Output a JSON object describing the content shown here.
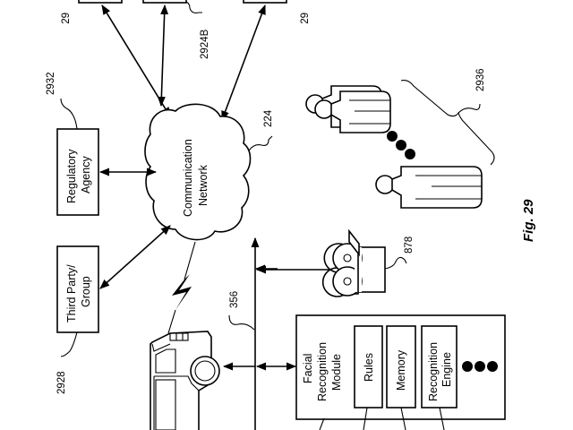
{
  "figure": {
    "label": "Fig. 29"
  },
  "nodes": {
    "communication_network": {
      "line1": "Communication",
      "line2": "Network",
      "ref": "224"
    },
    "regulatory_agency": {
      "line1": "Regulatory",
      "line2": "Agency",
      "ref": "2932"
    },
    "third_party_group": {
      "line1": "Third Party/",
      "line2": "Group",
      "ref": "2928"
    },
    "top_box_left": {
      "ref": "29"
    },
    "top_box_middle": {
      "ref": "2924B"
    },
    "top_box_right": {
      "ref": "29"
    },
    "people_group": {
      "ref": "2936"
    },
    "camera": {
      "ref": "878"
    },
    "bus": {
      "ref": "356"
    },
    "facial_recognition_module": {
      "line1": "Facial",
      "line2": "Recognition",
      "line3": "Module",
      "components": [
        {
          "line1": "Rules",
          "line2": ""
        },
        {
          "line1": "Memory",
          "line2": ""
        },
        {
          "line1": "Recognition",
          "line2": "Engine"
        }
      ]
    }
  }
}
